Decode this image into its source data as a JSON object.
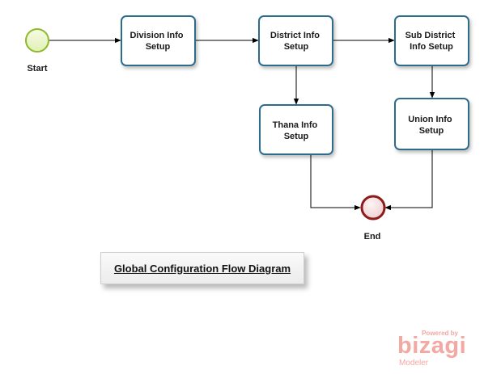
{
  "diagram": {
    "events": {
      "start": {
        "label": "Start"
      },
      "end": {
        "label": "End"
      }
    },
    "tasks": {
      "division": {
        "line1": "Division Info",
        "line2": "Setup"
      },
      "district": {
        "line1": "District Info",
        "line2": "Setup"
      },
      "subdistrict": {
        "line1": "Sub District",
        "line2": "Info Setup"
      },
      "thana": {
        "line1": "Thana Info",
        "line2": "Setup"
      },
      "union": {
        "line1": "Union Info",
        "line2": "Setup"
      }
    },
    "colors": {
      "task_border": "#2e6c8c",
      "task_fill": "#ffffff",
      "start_fill": "#eef7cf",
      "start_border": "#8db92b",
      "end_fill": "#f7e3e3",
      "end_border": "#8c1b1b",
      "connector": "#000000"
    }
  },
  "title": {
    "text": "Global Configuration Flow Diagram"
  },
  "watermark": {
    "powered": "Powered by",
    "brand": "bizagi",
    "product": "Modeler"
  }
}
